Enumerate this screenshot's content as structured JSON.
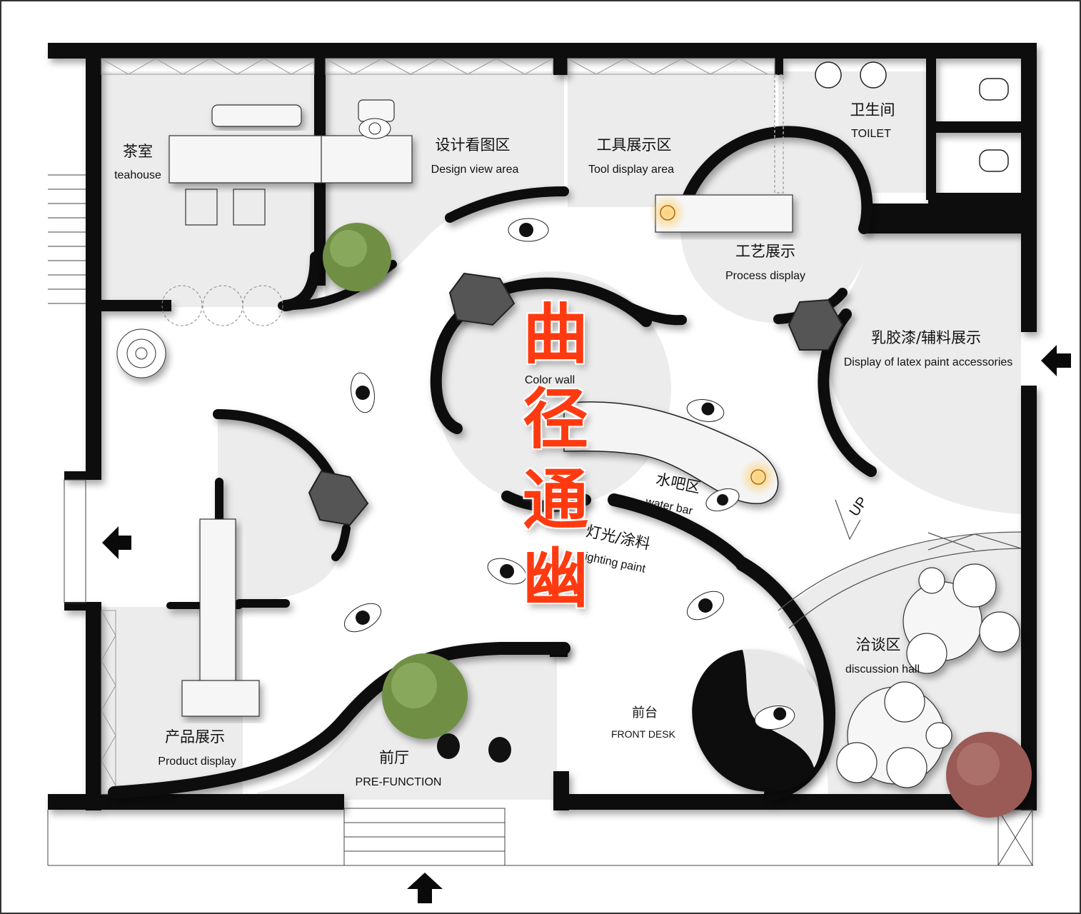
{
  "title": {
    "characters": [
      "曲",
      "径",
      "通",
      "幽"
    ]
  },
  "rooms": {
    "teahouse": {
      "zh": "茶室",
      "en": "teahouse"
    },
    "design_view": {
      "zh": "设计看图区",
      "en": "Design view area"
    },
    "tool_display": {
      "zh": "工具展示区",
      "en": "Tool display area"
    },
    "toilet": {
      "zh": "卫生间",
      "en": "TOILET"
    },
    "process_display": {
      "zh": "工艺展示",
      "en": "Process display"
    },
    "latex_paint": {
      "zh": "乳胶漆/辅料展示",
      "en": "Display of latex paint accessories"
    },
    "color_wall": {
      "en": "Color wall"
    },
    "water_bar": {
      "zh": "水吧区",
      "en": "water bar"
    },
    "lighting_paint": {
      "zh": "灯光/涂料",
      "en": "Lighting paint"
    },
    "discussion_hall": {
      "zh": "洽谈区",
      "en": "discussion hall"
    },
    "front_desk": {
      "zh": "前台",
      "en": "FRONT DESK"
    },
    "pre_function": {
      "zh": "前厅",
      "en": "PRE-FUNCTION"
    },
    "product_display": {
      "zh": "产品展示",
      "en": "Product display"
    }
  },
  "stair_label": "UP",
  "colors": {
    "wall": "#0a0a0a",
    "floor_gray": "#ececec",
    "title_red": "#ff3a10",
    "plant_green": "#6f8f45",
    "plant_red": "#9a5a55"
  },
  "icons": [
    "entrance-arrow-icon",
    "exit-arrow-icon",
    "person-icon",
    "plant-icon",
    "sink-icon",
    "urinal-icon",
    "lamp-icon"
  ]
}
